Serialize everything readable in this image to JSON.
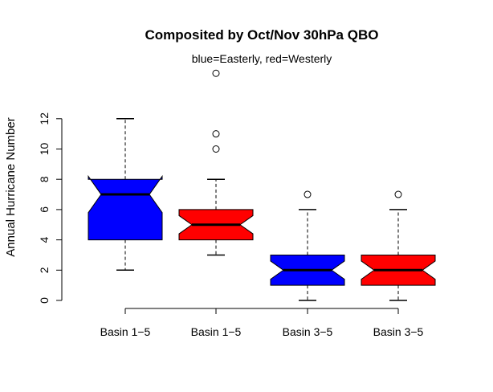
{
  "chart_data": {
    "type": "boxplot",
    "title": "Composited by Oct/Nov 30hPa QBO",
    "subtitle": "blue=Easterly, red=Westerly",
    "ylabel": "Annual Hurricane Number",
    "xlabel": "",
    "ylim": [
      0,
      12
    ],
    "yticks": [
      0,
      2,
      4,
      6,
      8,
      10,
      12
    ],
    "categories": [
      "Basin 1−5",
      "Basin 1−5",
      "Basin 3−5",
      "Basin 3−5"
    ],
    "notched": true,
    "boxes": [
      {
        "color": "#0000ff",
        "min": 2,
        "q1": 4,
        "median": 7,
        "q3": 8,
        "max": 12,
        "notch_low": 5.8,
        "notch_high": 8.2,
        "outliers": []
      },
      {
        "color": "#ff0000",
        "min": 3,
        "q1": 4,
        "median": 5,
        "q3": 6,
        "max": 8,
        "notch_low": 4.4,
        "notch_high": 5.6,
        "outliers": [
          10,
          11,
          15
        ]
      },
      {
        "color": "#0000ff",
        "min": 0,
        "q1": 1,
        "median": 2,
        "q3": 3,
        "max": 6,
        "notch_low": 1.4,
        "notch_high": 2.6,
        "outliers": [
          7
        ]
      },
      {
        "color": "#ff0000",
        "min": 0,
        "q1": 1,
        "median": 2,
        "q3": 3,
        "max": 6,
        "notch_low": 1.4,
        "notch_high": 2.6,
        "outliers": [
          7
        ]
      }
    ],
    "grid": false,
    "legend": "none"
  }
}
